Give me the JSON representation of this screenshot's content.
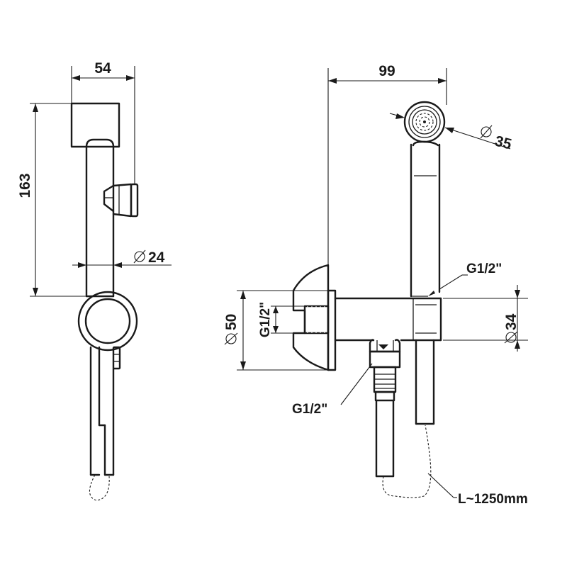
{
  "dimensions": {
    "side_width": "54",
    "side_height": "163",
    "side_pipe_diameter": "24",
    "front_width": "99",
    "head_diameter": "35",
    "flange_diameter": "50",
    "wall_thread": "G1/2\"",
    "outlet_thread": "G1/2\"",
    "bottom_thread": "G1/2\"",
    "body_diameter": "34",
    "hose_length": "L~1250mm"
  },
  "icons": {
    "diameter_symbol": "diameter-icon"
  }
}
